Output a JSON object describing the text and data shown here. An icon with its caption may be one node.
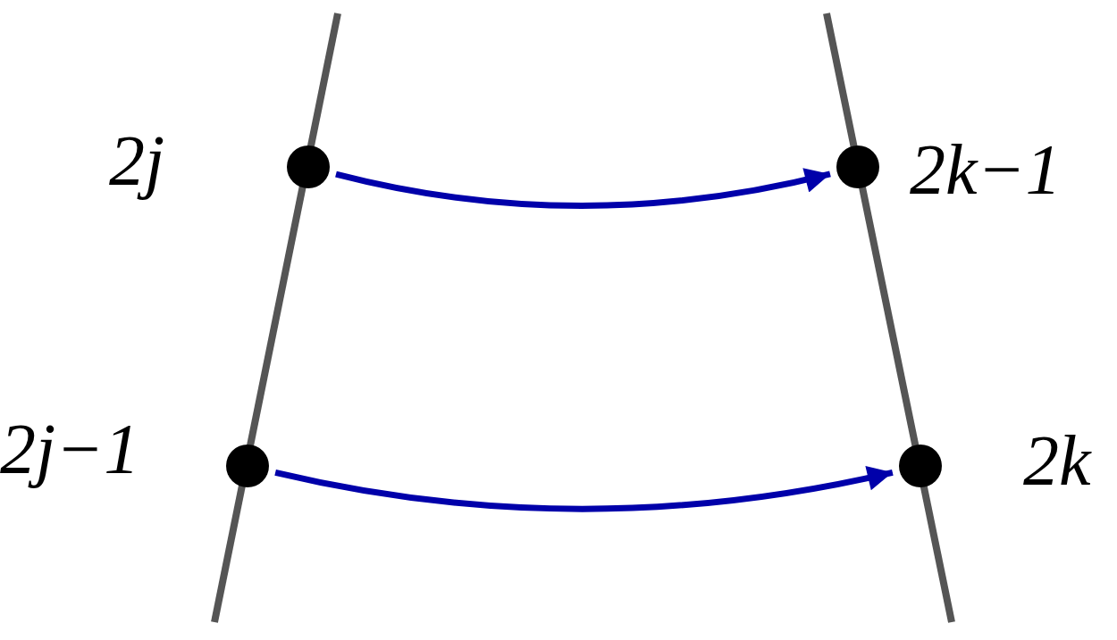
{
  "diagram": {
    "nodes": [
      {
        "text": [],
        "shape": "circle",
        "beside": [
          "2j"
        ]
      },
      {
        "text": [],
        "shape": "circle",
        "beside": [
          "2k−1"
        ]
      },
      {
        "text": [],
        "shape": "circle",
        "beside": [
          "2j−1"
        ]
      },
      {
        "text": [],
        "shape": "circle",
        "beside": [
          "2k"
        ]
      }
    ],
    "edges": [
      {
        "from": 0,
        "to": 1,
        "arrow": "to"
      },
      {
        "from": 2,
        "to": 3,
        "arrow": "to"
      }
    ]
  }
}
